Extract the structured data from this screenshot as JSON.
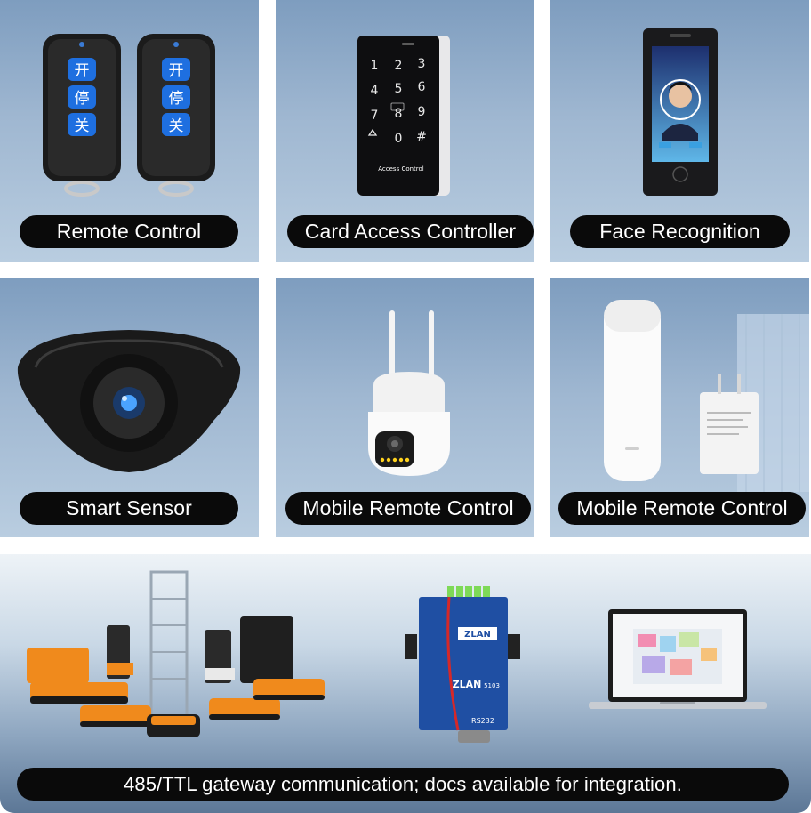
{
  "tiles": [
    {
      "label": "Remote Control",
      "button_glyphs": [
        "开",
        "停",
        "关"
      ]
    },
    {
      "label": "Card Access Controller",
      "keypad": [
        "1",
        "2",
        "3",
        "4",
        "5",
        "6",
        "7",
        "8",
        "9",
        "0",
        "#"
      ],
      "panel_text": "Access Control"
    },
    {
      "label": "Face Recognition"
    },
    {
      "label": "Smart Sensor"
    },
    {
      "label": "Mobile Remote Control"
    },
    {
      "label": "Mobile Remote Control"
    }
  ],
  "banner": {
    "caption": "485/TTL gateway communication; docs available for integration.",
    "device_brand": "ZLAN",
    "device_model": "5103",
    "device_port": "RS232"
  },
  "colors": {
    "pill_bg": "#0a0a0a",
    "pill_text": "#ffffff",
    "tile_blue": "#9fb7d1",
    "agv_orange": "#f08a1c",
    "remote_button": "#1e6fe0"
  }
}
